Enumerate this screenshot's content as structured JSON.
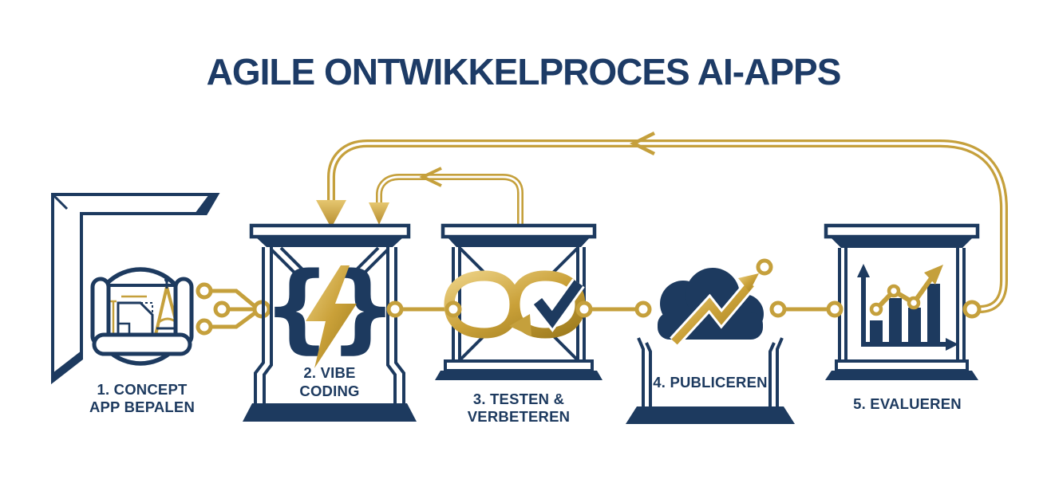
{
  "title": "AGILE ONTWIKKELPROCES AI-APPS",
  "colors": {
    "navy": "#1d3a5f",
    "navy_title": "#1d3b66",
    "gold": "#c5a03c",
    "gold_light": "#ecd184",
    "gold_dark": "#9c7a1d",
    "background": "#ffffff"
  },
  "stages": [
    {
      "id": 1,
      "label_line1": "1. CONCEPT",
      "label_line2": "APP BEPALEN",
      "icon": "blueprint-and-compass"
    },
    {
      "id": 2,
      "label_line1": "2. VIBE",
      "label_line2": "CODING",
      "icon": "code-braces-lightning"
    },
    {
      "id": 3,
      "label_line1": "3. TESTEN &",
      "label_line2": "VERBETEREN",
      "icon": "infinity-loop-checkmark"
    },
    {
      "id": 4,
      "label_line1": "4. PUBLICEREN",
      "label_line2": "",
      "icon": "cloud-growth-arrow"
    },
    {
      "id": 5,
      "label_line1": "5. EVALUEREN",
      "label_line2": "",
      "icon": "bar-chart-trend-arrow"
    }
  ],
  "feedback_loops": [
    {
      "name": "evalueren-to-vibe-coding",
      "from": "5. EVALUEREN",
      "to": "2. VIBE CODING"
    },
    {
      "name": "testen-to-vibe-coding",
      "from": "3. TESTEN & VERBETEREN",
      "to": "2. VIBE CODING"
    }
  ]
}
